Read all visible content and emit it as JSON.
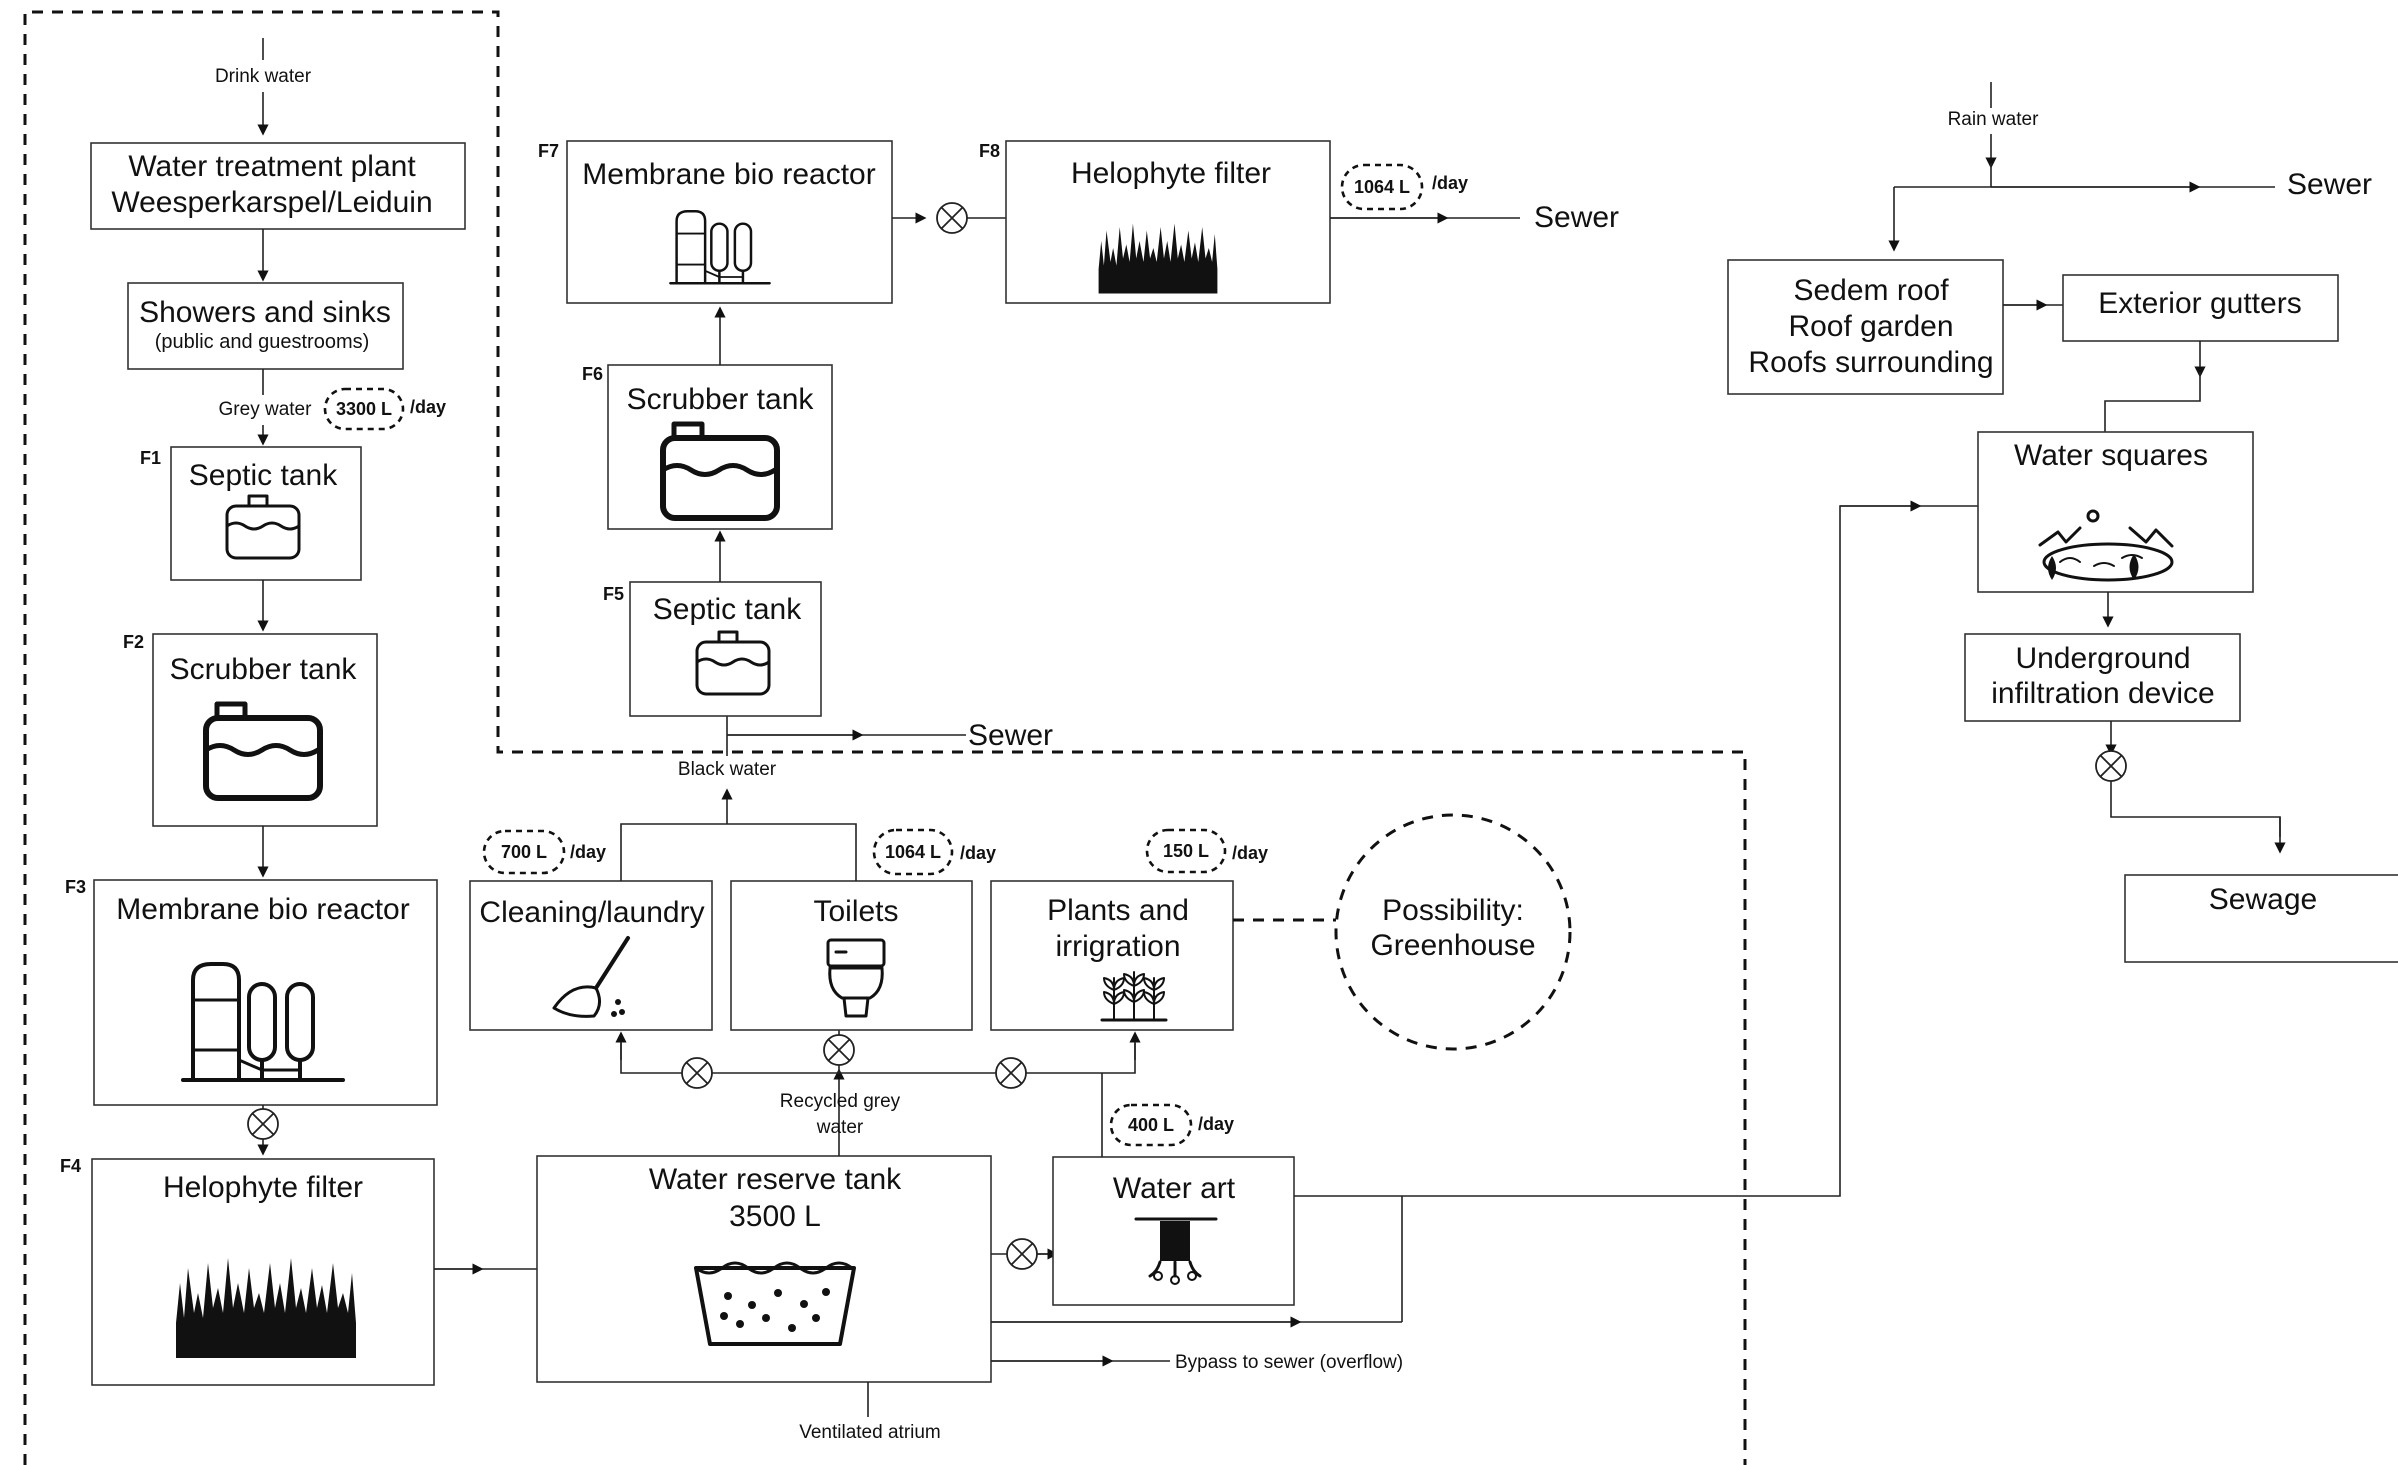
{
  "sources": {
    "drink_water": "Drink water",
    "rain_water": "Rain water"
  },
  "boxes": {
    "water_treatment": [
      "Water treatment plant",
      "Weesperkarspel/Leiduin"
    ],
    "showers": "Showers and sinks",
    "showers_sub": "(public and guestrooms)",
    "f1": {
      "tag": "F1",
      "label": "Septic tank"
    },
    "f2": {
      "tag": "F2",
      "label": "Scrubber tank"
    },
    "f3": {
      "tag": "F3",
      "label": "Membrane bio reactor"
    },
    "f4": {
      "tag": "F4",
      "label": "Helophyte filter"
    },
    "f5": {
      "tag": "F5",
      "label": "Septic tank"
    },
    "f6": {
      "tag": "F6",
      "label": "Scrubber tank"
    },
    "f7": {
      "tag": "F7",
      "label": "Membrane bio reactor"
    },
    "f8": {
      "tag": "F8",
      "label": "Helophyte filter"
    },
    "reserve_tank": "Water reserve tank",
    "reserve_capacity": "3500 L",
    "water_art": "Water art",
    "cleaning": "Cleaning/laundry",
    "toilets": "Toilets",
    "plants": [
      "Plants and",
      "irrigration"
    ],
    "greenhouse": [
      "Possibility:",
      "Greenhouse"
    ],
    "roofs": [
      "Sedem roof",
      "Roof garden",
      "Roofs surrounding"
    ],
    "gutters": "Exterior gutters",
    "water_squares": "Water squares",
    "infiltration": [
      "Underground",
      "infiltration device"
    ],
    "sewage": "Sewage"
  },
  "flows": {
    "grey_water": "Grey water",
    "black_water": "Black water",
    "recycled": [
      "Recycled grey",
      "water"
    ],
    "bypass": "Bypass to sewer (overflow)",
    "ventilated": "Ventilated atrium",
    "sewer": "Sewer"
  },
  "rates": {
    "per_day": "/day",
    "grey": "3300 L",
    "f8_out": "1064 L",
    "cleaning": "700 L",
    "toilets": "1064 L",
    "plants": "150 L",
    "water_art": "400 L"
  },
  "icons": {
    "f1": "septic-tank-icon",
    "f2": "scrubber-tank-icon",
    "f3": "bioreactor-icon",
    "f4": "reeds-icon",
    "f5": "septic-tank-icon",
    "f6": "scrubber-tank-icon",
    "f7": "bioreactor-icon",
    "f8": "reeds-icon",
    "reserve": "water-basin-icon",
    "water_art": "waterfall-icon",
    "cleaning": "broom-icon",
    "toilets": "toilet-icon",
    "plants": "plants-icon",
    "water_squares": "water-square-icon",
    "valve": "valve-icon"
  }
}
